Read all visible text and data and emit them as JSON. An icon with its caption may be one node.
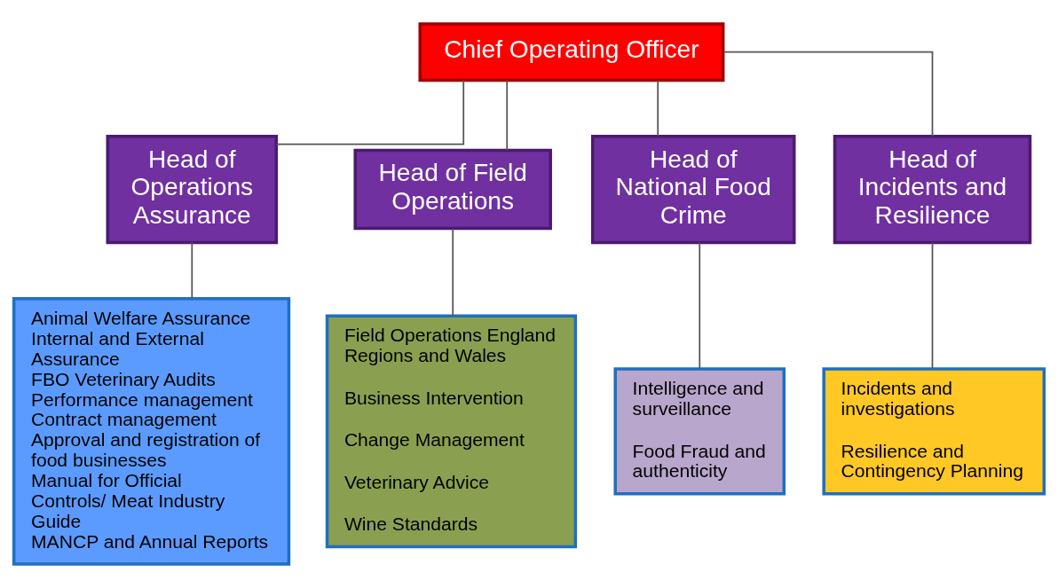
{
  "diagram": {
    "nodes": [
      {
        "text": [
          "Chief Operating Officer"
        ]
      },
      {
        "text": [
          "Head of Operations Assurance"
        ]
      },
      {
        "text": [
          "Head of Field Operations"
        ]
      },
      {
        "text": [
          "Head of National Food Crime"
        ]
      },
      {
        "text": [
          "Head of Incidents and Resilience"
        ]
      },
      {
        "text": [
          "Animal Welfare Assurance",
          "Internal and External Assurance",
          "FBO Veterinary Audits",
          "Performance management",
          "Contract management",
          "Approval and registration of food businesses",
          "Manual for Official Controls/ Meat Industry Guide",
          "MANCP and Annual Reports"
        ]
      },
      {
        "text": [
          "Field Operations England Regions and Wales",
          "Business Intervention",
          "Change Management",
          "Veterinary Advice",
          "Wine Standards"
        ]
      },
      {
        "text": [
          "Intelligence and surveillance",
          "Food Fraud and authenticity"
        ]
      },
      {
        "text": [
          "Incidents and investigations",
          "Resilience and Contingency Planning"
        ]
      }
    ],
    "edges": [
      {
        "from": 0,
        "to": 1,
        "arrow": "none"
      },
      {
        "from": 0,
        "to": 2,
        "arrow": "none"
      },
      {
        "from": 0,
        "to": 3,
        "arrow": "none"
      },
      {
        "from": 0,
        "to": 4,
        "arrow": "none"
      },
      {
        "from": 1,
        "to": 5,
        "arrow": "none"
      },
      {
        "from": 2,
        "to": 6,
        "arrow": "none"
      },
      {
        "from": 3,
        "to": 7,
        "arrow": "none"
      },
      {
        "from": 4,
        "to": 8,
        "arrow": "none"
      }
    ]
  }
}
